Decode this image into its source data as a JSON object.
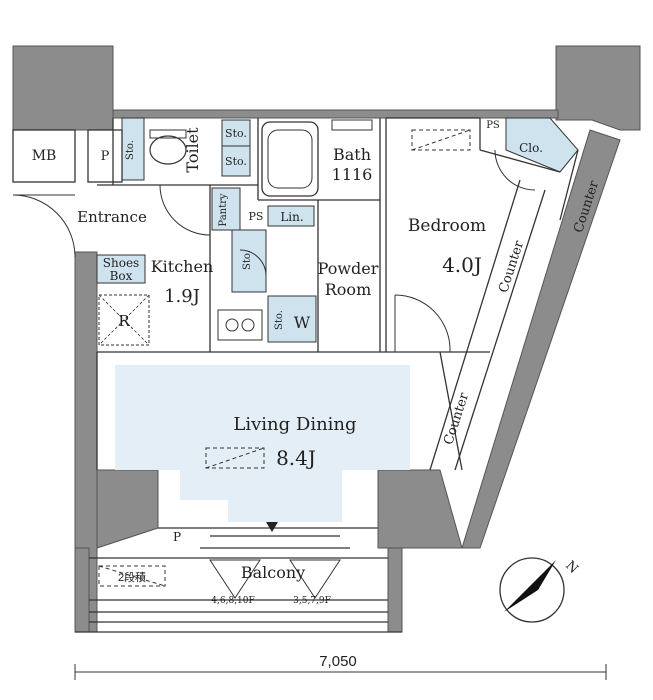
{
  "rooms": {
    "mb": "MB",
    "p_top": "P",
    "toilet": "Toilet",
    "sto_toilet_a": "Sto.",
    "sto_toilet_b": "Sto.",
    "sto_toilet_c": "Sto.",
    "bath": "Bath",
    "bath_size": "1116",
    "ps_bedroom": "PS",
    "clo": "Clo.",
    "entrance": "Entrance",
    "pantry": "Pantry",
    "ps_mid": "PS",
    "lin": "Lin.",
    "bedroom": "Bedroom",
    "bedroom_size": "4.0J",
    "shoes": "Shoes",
    "box": "Box",
    "kitchen": "Kitchen",
    "kitchen_size": "1.9J",
    "sto_kitchen": "Sto.",
    "powder": "Powder",
    "room": "Room",
    "refrigerator": "R",
    "sto_w": "Sto.",
    "washer": "W",
    "living_dining": "Living Dining",
    "ld_size": "8.4J",
    "p_bottom": "P",
    "storage_2dan": "2段積",
    "balcony": "Balcony",
    "floors_left": "4,6,8,10F",
    "floors_right": "3,5,7,9F"
  },
  "counters": [
    "Counter",
    "Counter",
    "Counter"
  ],
  "dimension": "7,050",
  "compass": "N",
  "colors": {
    "wall": "#8c8c8c",
    "storage": "#cfe3ef",
    "living": "#e3eef7",
    "line": "#333333"
  }
}
